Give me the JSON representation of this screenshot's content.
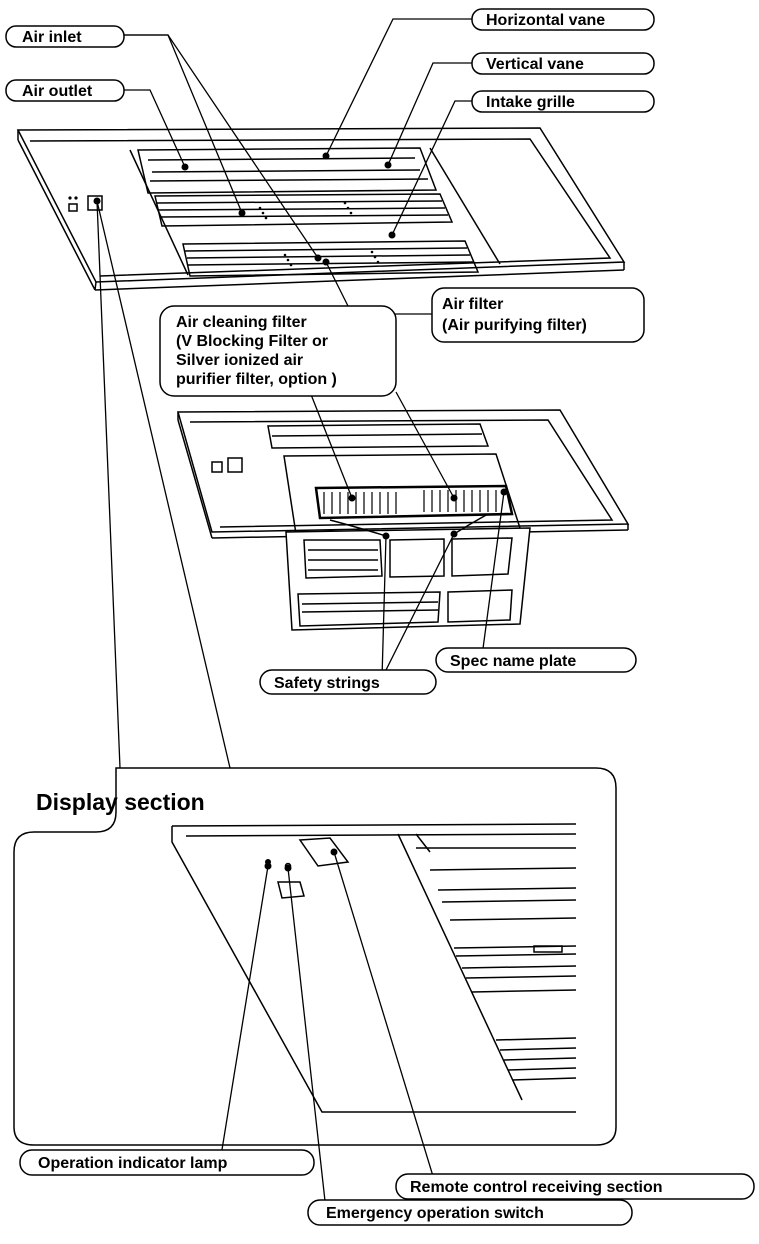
{
  "labels": {
    "air_inlet": "Air inlet",
    "horizontal_vane": "Horizontal vane",
    "vertical_vane": "Vertical vane",
    "air_outlet": "Air outlet",
    "intake_grille": "Intake grille",
    "air_filter_1": "Air filter",
    "air_filter_2": "(Air purifying filter)",
    "air_cleaning_1": "Air cleaning filter",
    "air_cleaning_2": "(V Blocking Filter or",
    "air_cleaning_3": "Silver ionized air",
    "air_cleaning_4": "purifier filter, option )",
    "safety_strings": "Safety strings",
    "spec_name_plate": "Spec name plate",
    "display_section": "Display section",
    "operation_indicator_lamp": "Operation indicator lamp",
    "remote_control_receiving_section": "Remote control receiving section",
    "emergency_operation_switch": "Emergency operation switch"
  },
  "colors": {
    "line": "#000000",
    "background": "#ffffff",
    "panel_shade": "#f4f4f4"
  }
}
